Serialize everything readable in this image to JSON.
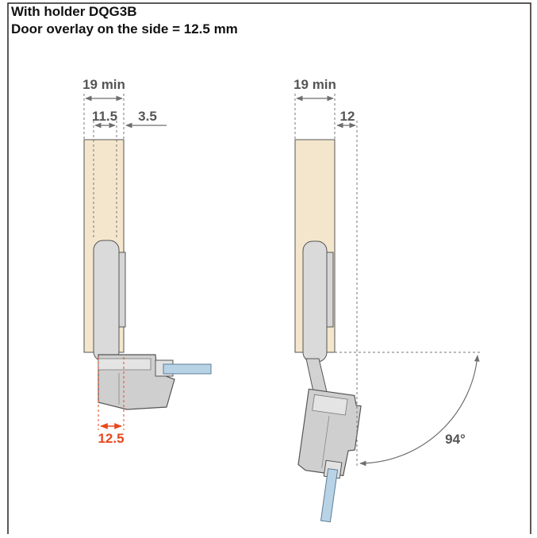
{
  "header": {
    "line1": "With holder DQG3B",
    "line2": "Door overlay on the side = 12.5 mm"
  },
  "left_view": {
    "dim_top": "19 min",
    "dim_inner": "11.5",
    "dim_gap": "3.5",
    "dim_overlay": "12.5"
  },
  "right_view": {
    "dim_top": "19 min",
    "dim_gap": "12",
    "angle": "94°"
  },
  "colors": {
    "wood": "#f4e6cc",
    "metal": "#dadada",
    "metal_dark": "#c4c4c4",
    "glass": "#b9d3e6",
    "dimension": "#6e6e6e",
    "dim_text": "#555555",
    "accent": "#e8481e",
    "border": "#222222"
  }
}
